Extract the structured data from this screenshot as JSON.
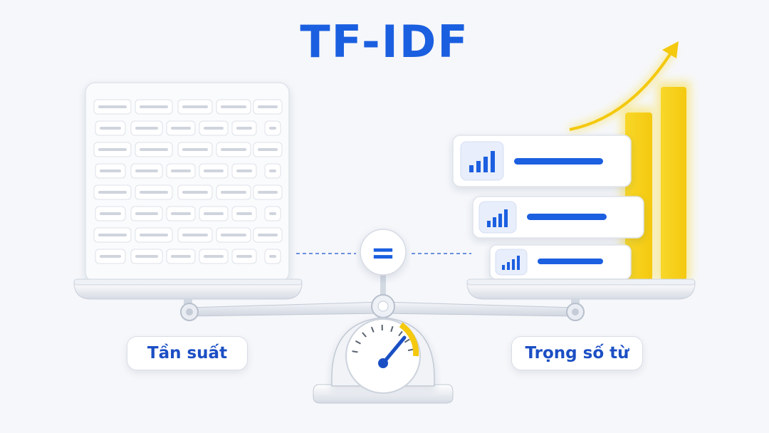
{
  "title": "TF-IDF",
  "symbol": "=",
  "labels": {
    "left": "Tần suất",
    "right": "Trọng số từ"
  },
  "colors": {
    "accent_blue": "#1a5fe0",
    "highlight_yellow": "#f7d21b",
    "panel_white": "#ffffff",
    "background": "#f6f7fa"
  },
  "icons": {
    "bar_chart": "bar-chart-icon",
    "gauge": "gauge-icon",
    "trend_arrow": "trend-up-arrow-icon"
  }
}
